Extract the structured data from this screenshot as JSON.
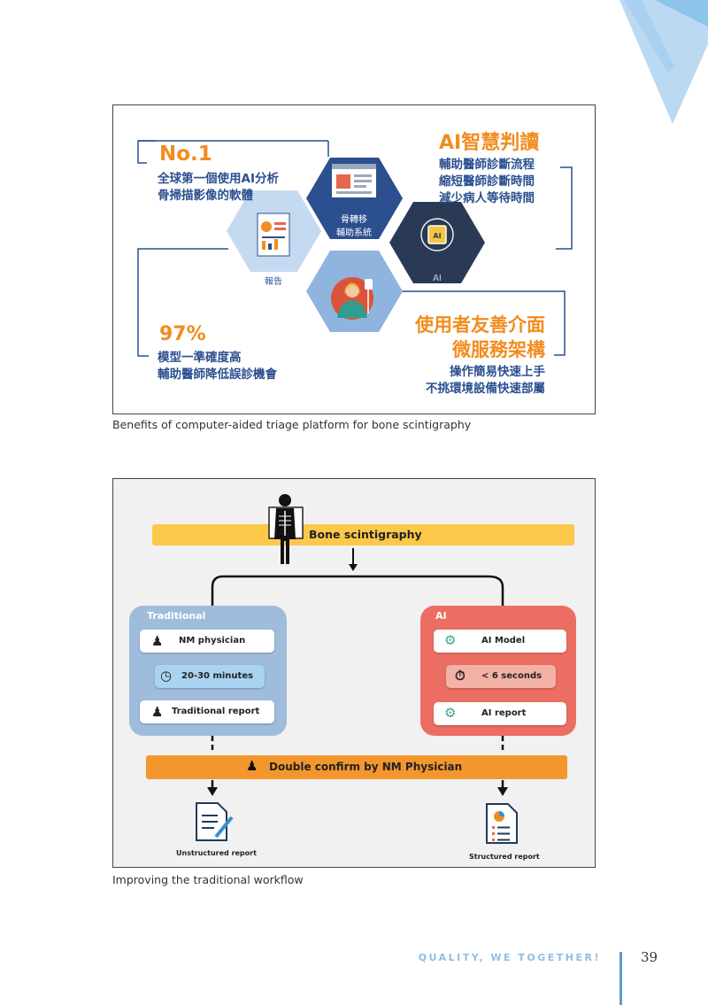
{
  "figure1": {
    "left_top": {
      "rank": "No.1",
      "line1": "全球第一個使用AI分析",
      "line2": "骨掃描影像的軟體"
    },
    "right_top": {
      "title": "AI智慧判讀",
      "line1": "輔助醫師診斷流程",
      "line2": "縮短醫師診斷時間",
      "line3": "減少病人等待時間"
    },
    "left_bottom": {
      "percent": "97%",
      "line1": "模型一準確度高",
      "line2": "輔助醫師降低誤診機會"
    },
    "right_bottom": {
      "title1": "使用者友善介面",
      "title2": "微服務架構",
      "line1": "操作簡易快速上手",
      "line2": "不挑環境設備快速部屬"
    },
    "hex_report": "報告",
    "hex_system_line1": "骨轉移",
    "hex_system_line2": "輔助系統",
    "hex_ai": "AI"
  },
  "caption1": "Benefits of computer-aided triage platform for bone scintigraphy",
  "figure2": {
    "top_bar": "Bone scintigraphy",
    "traditional": {
      "title": "Traditional",
      "physician": "NM physician",
      "time": "20-30 minutes",
      "report": "Traditional report"
    },
    "ai": {
      "title": "AI",
      "model": "AI Model",
      "time": "< 6 seconds",
      "report": "AI report"
    },
    "confirm": "Double confirm by NM Physician",
    "out_left": "Unstructured report",
    "out_right": "Structured report"
  },
  "caption2": "Improving the traditional workflow",
  "footer": {
    "slogan": "QUALITY, WE TOGETHER!",
    "page": "39"
  },
  "colors": {
    "orange": "#f28c1e",
    "navy": "#2b4f8f",
    "light_blue": "#9fbcdc",
    "red": "#ec6e63",
    "yellow": "#fbc84a"
  }
}
